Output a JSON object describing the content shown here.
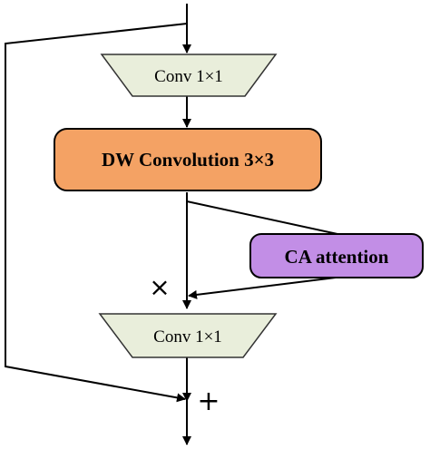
{
  "diagram": {
    "conv_top": {
      "label": "Conv 1×1",
      "fill": "#e9eedb"
    },
    "dw_conv": {
      "label": "DW Convolution 3×3",
      "fill": "#f4a264"
    },
    "ca_attention": {
      "label": "CA attention",
      "fill": "#c28ee6"
    },
    "conv_bottom": {
      "label": "Conv 1×1",
      "fill": "#e9eedb"
    },
    "multiply_symbol": "×",
    "add_symbol": "+"
  }
}
